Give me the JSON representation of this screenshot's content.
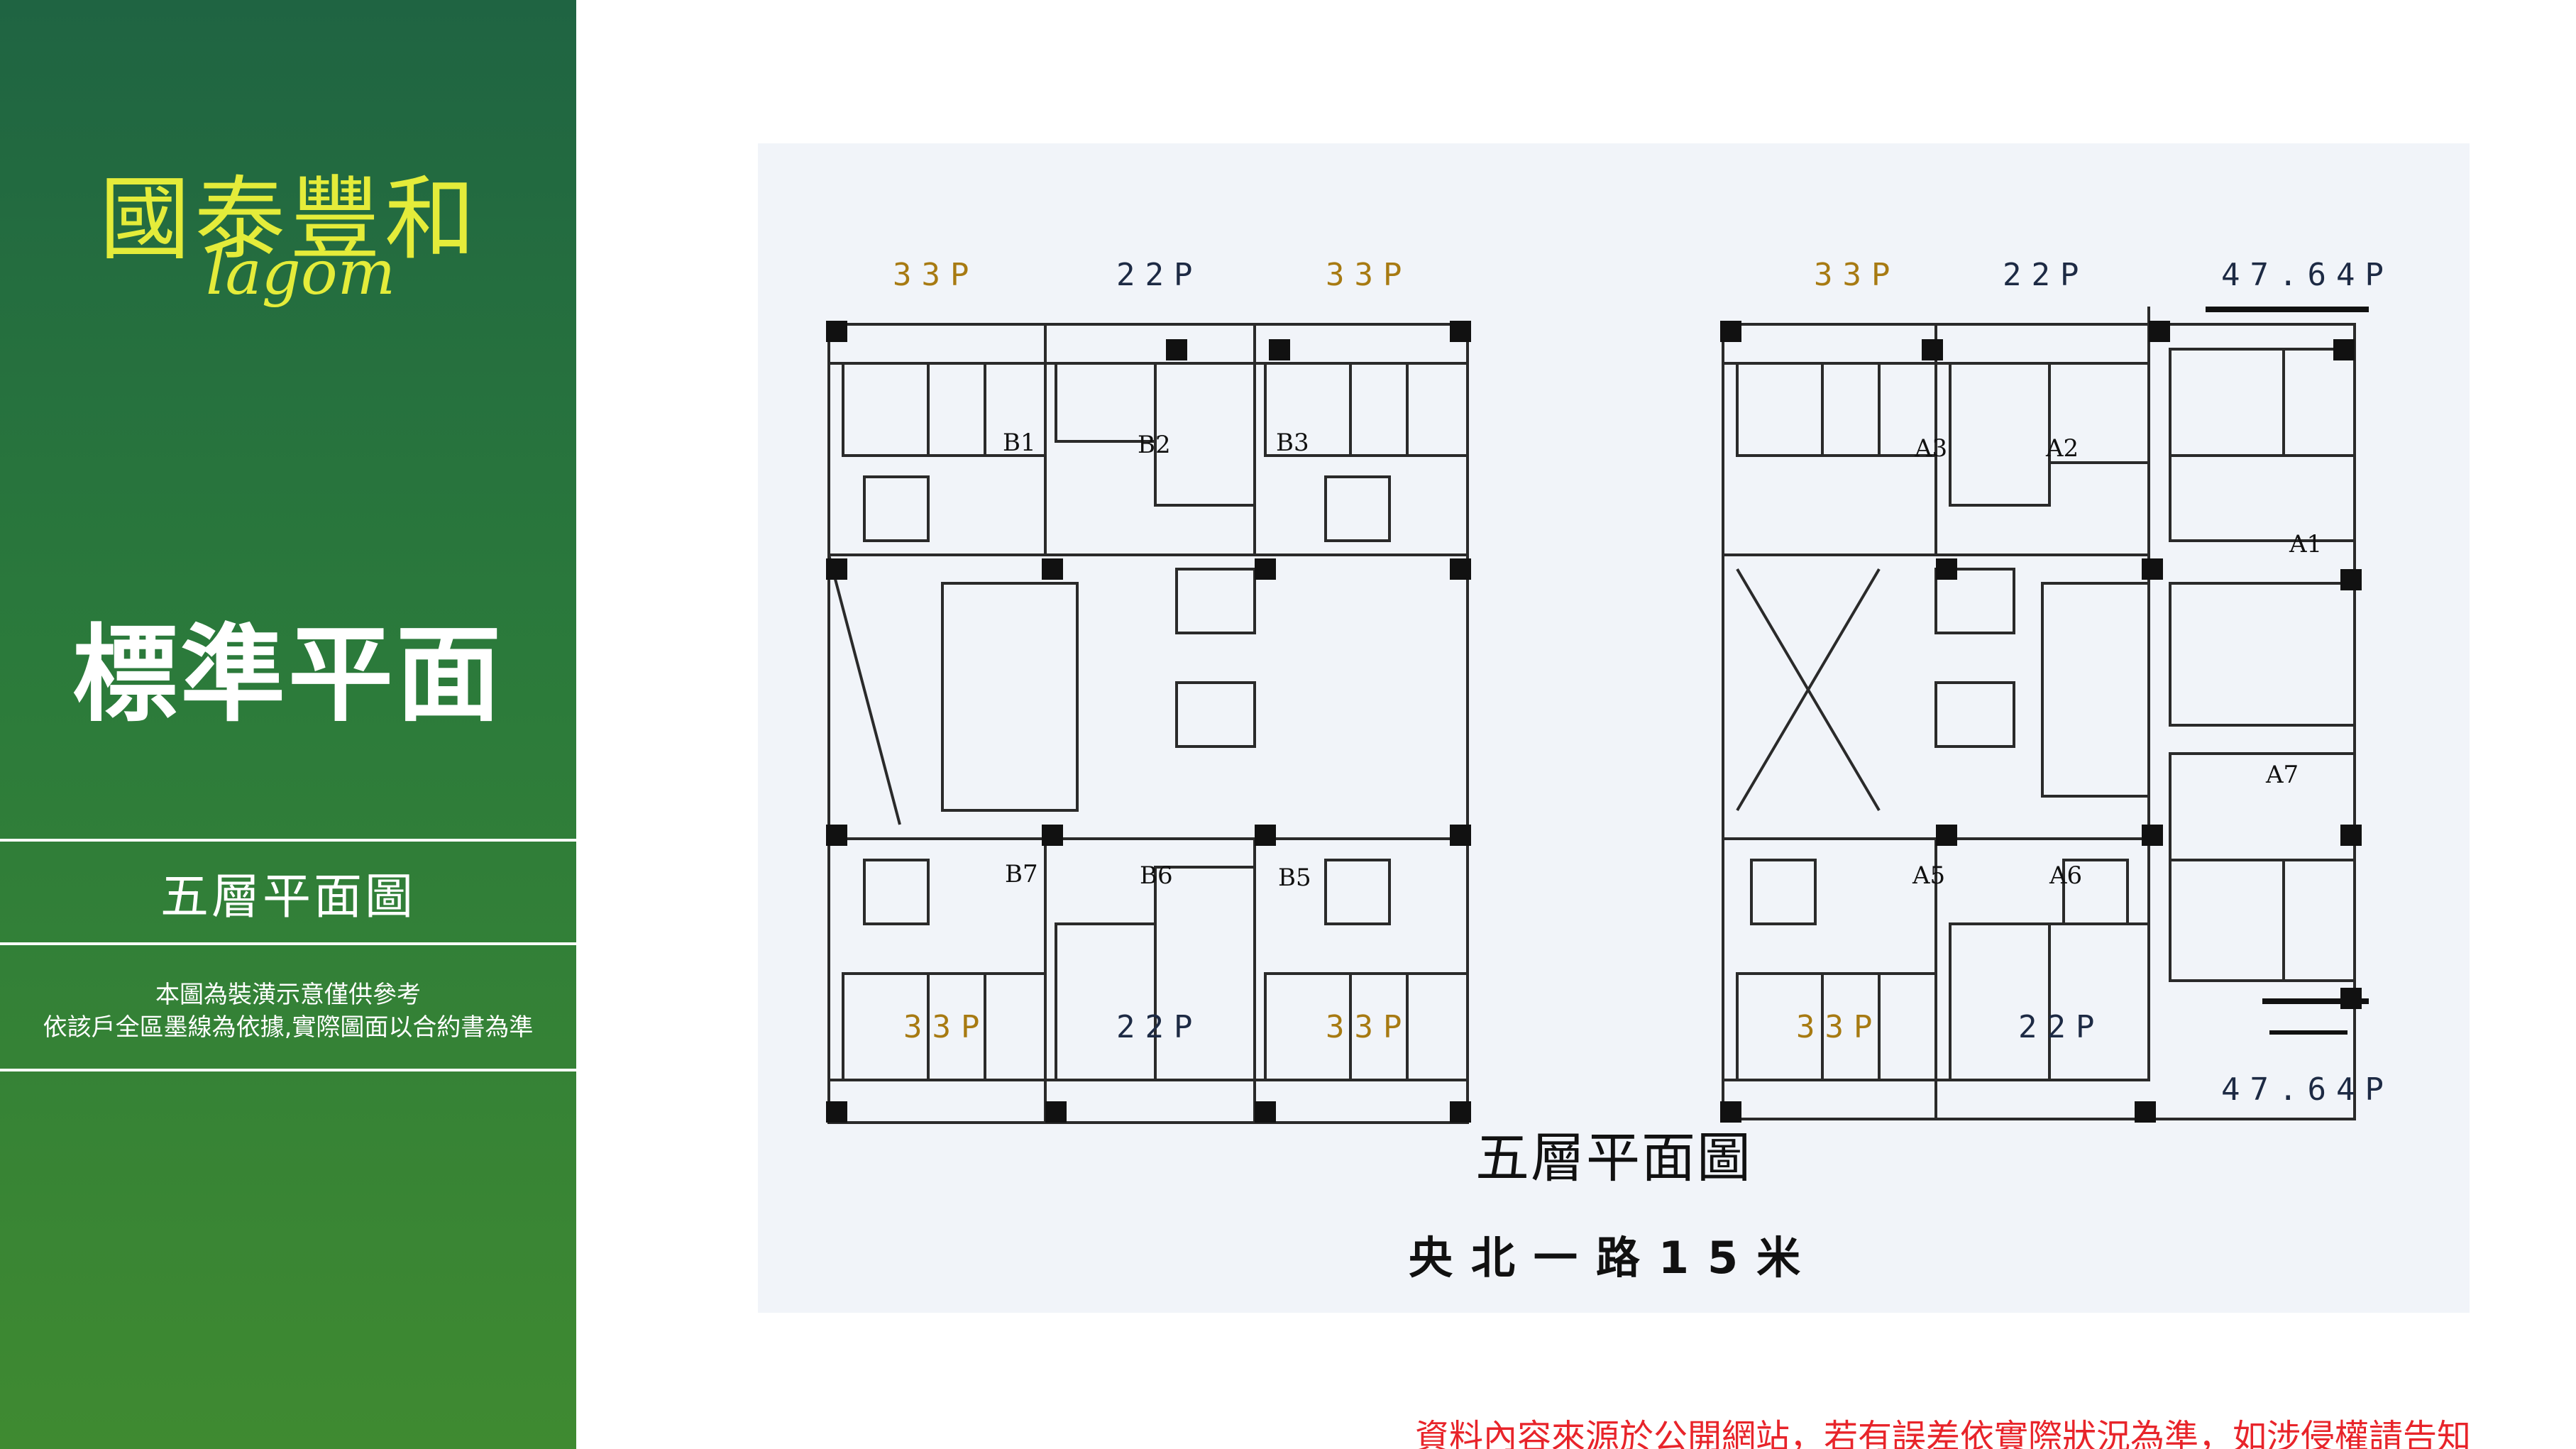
{
  "sidebar": {
    "brand_zh": "國泰豐和",
    "brand_en": "lagom",
    "section_title": "標準平面",
    "sub_title": "五層平面圖",
    "note_line1": "本圖為裝潢示意僅供參考",
    "note_line2": "依該戶全區墨線為依據,實際圖面以合約書為準"
  },
  "plan": {
    "caption": "五層平面圖",
    "road": "央北一路15米",
    "top_left": [
      "33P",
      "22P",
      "33P"
    ],
    "top_right": [
      "33P",
      "22P",
      "47.64P"
    ],
    "bottom_left": [
      "33P",
      "22P",
      "33P"
    ],
    "bottom_right": [
      "33P",
      "22P"
    ],
    "bottom_far_right": "47.64P",
    "units_b_top": [
      "B1",
      "B2",
      "B3"
    ],
    "units_b_bottom": [
      "B7",
      "B6",
      "B5"
    ],
    "units_a_top": [
      "A3",
      "A2",
      "A1"
    ],
    "units_a_bottom": [
      "A5",
      "A6",
      "A7"
    ]
  },
  "disclaimer": "資料內容來源於公開網站，若有誤差依實際狀況為準，如涉侵權請告知"
}
